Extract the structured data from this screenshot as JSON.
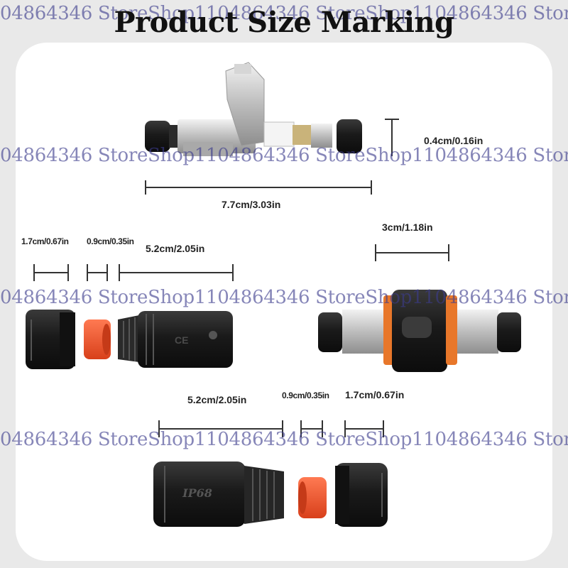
{
  "title": "Product Size Marking",
  "watermark": {
    "row_top": "04864346 StoreShop1104864346 StoreShop1104864346 Store",
    "row_body": "04864346 StoreShop1104864346 StoreShop1104864346 Store"
  },
  "dimensions": {
    "top_length": "7.7cm/3.03in",
    "top_height": "0.4cm/0.16in",
    "left_cap": "1.7cm/0.67in",
    "left_ring": "0.9cm/0.35in",
    "left_body": "5.2cm/2.05in",
    "coupler_width": "3cm/1.18in",
    "bottom_body": "5.2cm/2.05in",
    "bottom_ring": "0.9cm/0.35in",
    "bottom_cap": "1.7cm/0.67in"
  },
  "body_marking": "IP68",
  "colors": {
    "black_plastic": "#1c1c1c",
    "seal_orange": "#f2552b",
    "metal_shield": "#c9c9c9",
    "coupler_ring": "#e8772a"
  }
}
